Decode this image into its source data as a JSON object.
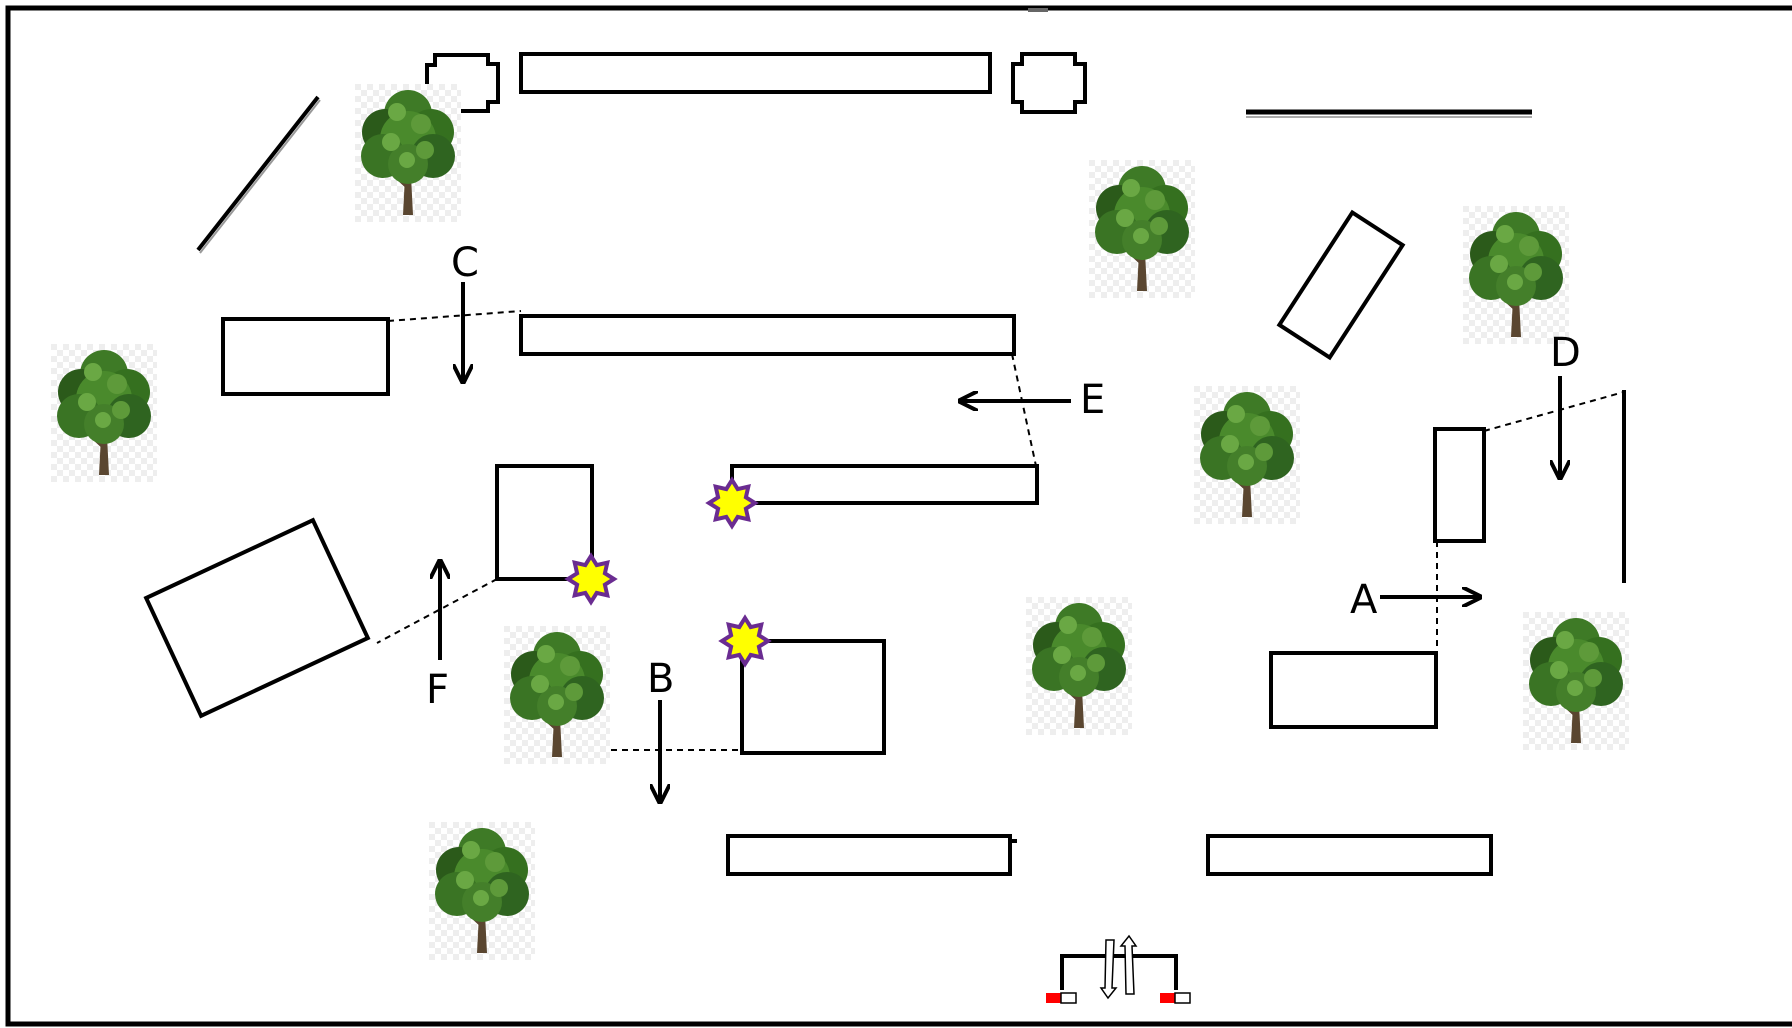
{
  "labels": {
    "a": "A",
    "b": "B",
    "c": "C",
    "d": "D",
    "e": "E",
    "f": "F"
  },
  "colors": {
    "stroke": "#000000",
    "star_fill": "#ffff00",
    "star_outline": "#6a2c91",
    "tree_canopy": "#3e7a26",
    "tree_canopy_light": "#5e9a3a",
    "tree_canopy_dark": "#2b5a1a",
    "tree_trunk": "#5a4630",
    "marker_red": "#ff0000",
    "checker": "#eeeeee"
  },
  "legend": {
    "star_marker": "star-burst-marker",
    "tree": "tree-icon",
    "arrow": "direction-arrow-icon"
  }
}
